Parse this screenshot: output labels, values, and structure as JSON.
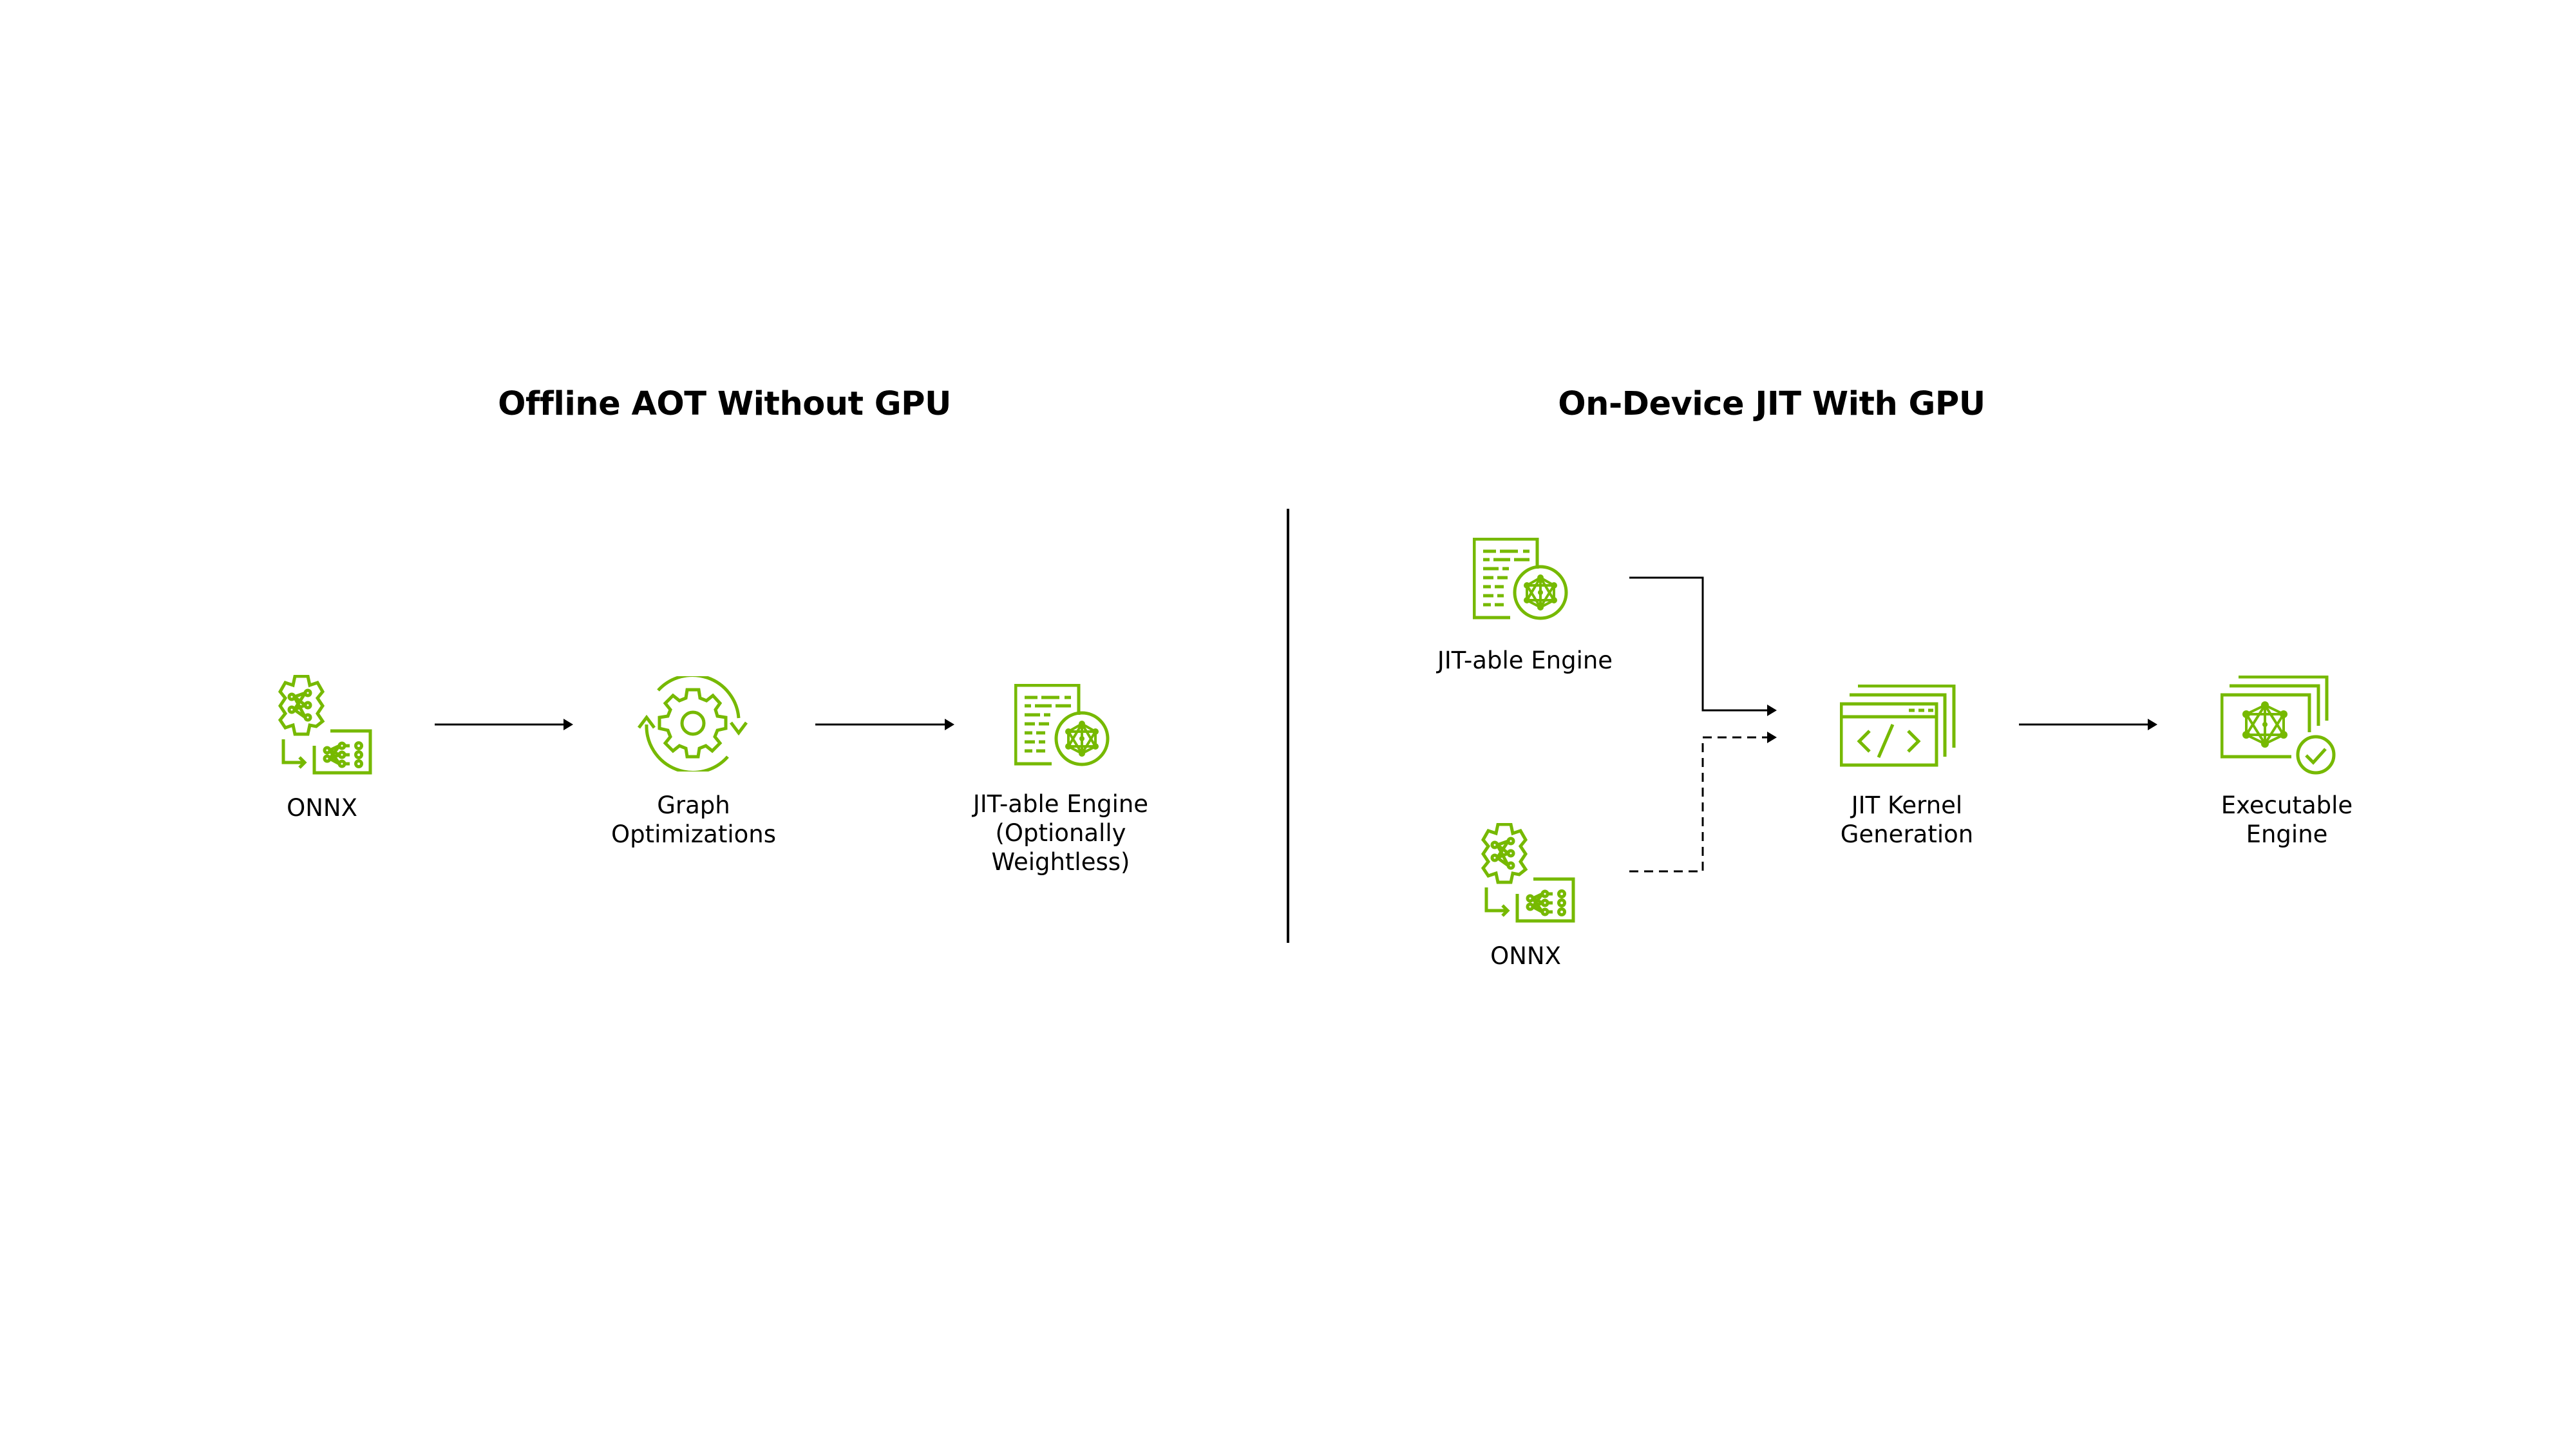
{
  "sections": {
    "left": {
      "title": "Offline AOT Without GPU"
    },
    "right": {
      "title": "On-Device JIT With GPU"
    }
  },
  "colors": {
    "accent": "#76B900",
    "line": "#000000",
    "text": "#000000"
  },
  "nodes": {
    "onnx_left": {
      "icon": "onnx-gear-network-icon",
      "lines": [
        "ONNX"
      ]
    },
    "graph_opt": {
      "icon": "gear-cycle-icon",
      "lines": [
        "Graph",
        "Optimizations"
      ]
    },
    "jit_engine_left": {
      "icon": "document-network-icon",
      "lines": [
        "JIT-able Engine",
        "(Optionally",
        "Weightless)"
      ]
    },
    "jit_engine_right": {
      "icon": "document-network-icon",
      "lines": [
        "JIT-able Engine"
      ]
    },
    "onnx_right": {
      "icon": "onnx-gear-network-icon",
      "lines": [
        "ONNX"
      ]
    },
    "jit_kernel": {
      "icon": "code-windows-icon",
      "lines": [
        "JIT Kernel",
        "Generation"
      ]
    },
    "executable": {
      "icon": "network-windows-check-icon",
      "lines": [
        "Executable",
        "Engine"
      ]
    }
  },
  "edges": [
    {
      "from": "ONNX",
      "to": "Graph Optimizations",
      "style": "solid"
    },
    {
      "from": "Graph Optimizations",
      "to": "JIT-able Engine (Optionally Weightless)",
      "style": "solid"
    },
    {
      "from": "JIT-able Engine",
      "to": "JIT Kernel Generation",
      "style": "solid"
    },
    {
      "from": "ONNX",
      "to": "JIT Kernel Generation",
      "style": "dashed"
    },
    {
      "from": "JIT Kernel Generation",
      "to": "Executable Engine",
      "style": "solid"
    }
  ]
}
